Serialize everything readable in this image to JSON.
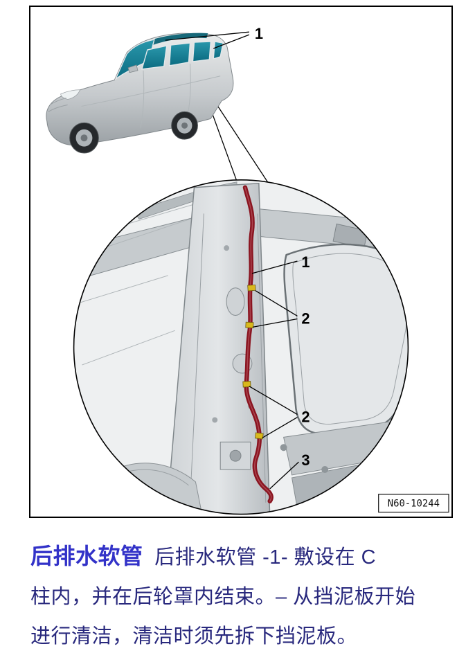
{
  "figure": {
    "ref_code": "N60-10244",
    "callouts": {
      "car_drains": "1",
      "hose": "1",
      "clips_upper": "2",
      "clips_lower": "2",
      "hose_end": "3"
    }
  },
  "caption": {
    "heading": "后排水软管",
    "line1": " 后排水软管 -1- 敷设在 C",
    "line2": "柱内，并在后轮罩内结束。– 从挡泥板开始",
    "line3": "进行清洁，清洁时须先拆下挡泥板。"
  },
  "colors": {
    "heading_blue": "#3232c8",
    "body_blue": "#28287d",
    "hose_red": "#8a1420",
    "clip_yellow": "#d9b81c",
    "window_teal": "#117c92"
  }
}
